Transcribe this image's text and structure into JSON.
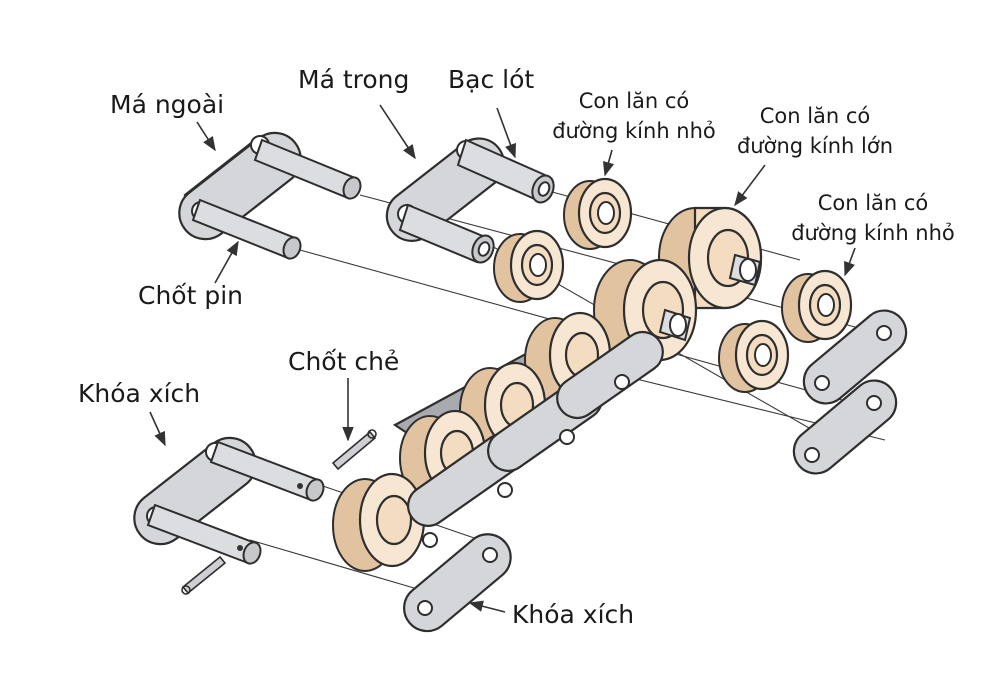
{
  "labels": {
    "ma_ngoai": "Má ngoài",
    "ma_trong": "Má trong",
    "bac_lot": "Bạc lót",
    "con_lan_nho_1_line1": "Con lăn có",
    "con_lan_nho_1_line2": "đường kính nhỏ",
    "con_lan_lon_line1": "Con lăn có",
    "con_lan_lon_line2": "đường kính lớn",
    "con_lan_nho_2_line1": "Con lăn có",
    "con_lan_nho_2_line2": "đường kính nhỏ",
    "chot_pin": "Chốt pin",
    "chot_che": "Chốt chẻ",
    "khoa_xich_left": "Khóa xích",
    "khoa_xich_bottom": "Khóa xích"
  }
}
